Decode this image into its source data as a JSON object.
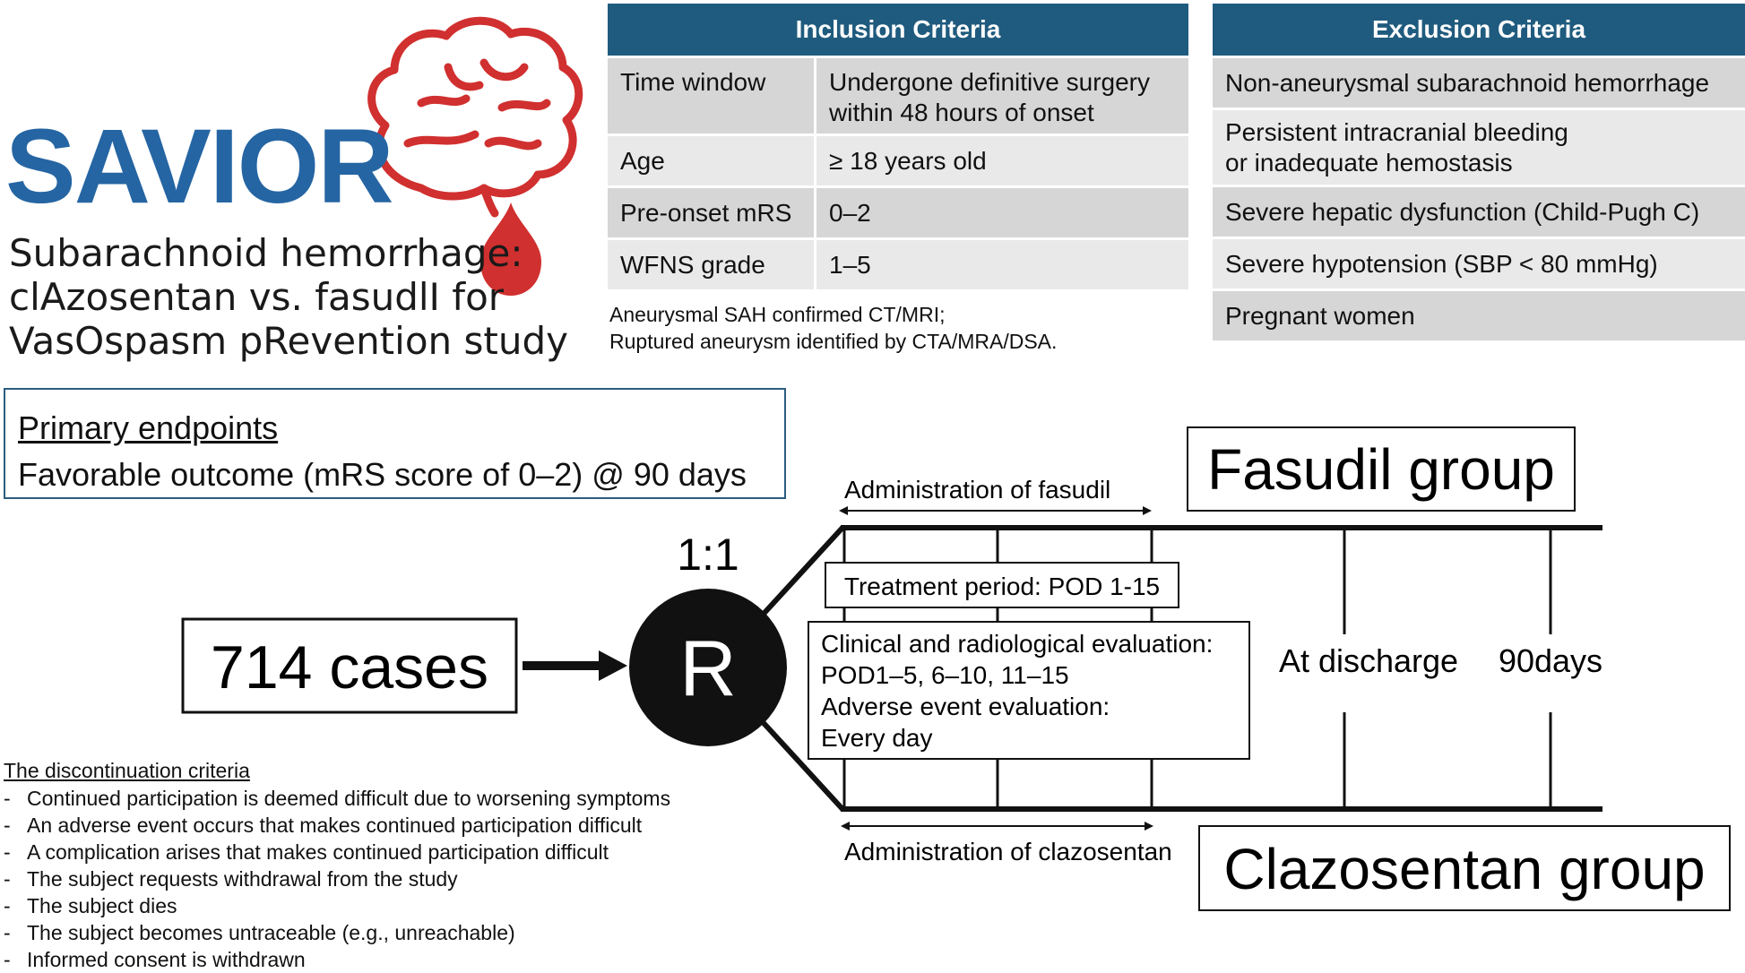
{
  "logo": {
    "wordmark": "SAVIOR",
    "subtitle_lines": [
      "Subarachnoid hemorrhage:",
      "clAzosentan vs. fasudlI for",
      "VasOspasm pRevention study"
    ],
    "brand_blue": "#2565a3",
    "brand_red": "#d0302f",
    "icon": "brain-icon"
  },
  "inclusion": {
    "header": "Inclusion Criteria",
    "rows": [
      {
        "label": "Time window",
        "value_lines": [
          "Undergone definitive surgery",
          "within 48 hours of onset"
        ]
      },
      {
        "label": "Age",
        "value_lines": [
          "≥ 18 years old"
        ]
      },
      {
        "label": "Pre-onset mRS",
        "value_lines": [
          "0–2"
        ]
      },
      {
        "label": "WFNS grade",
        "value_lines": [
          "1–5"
        ]
      }
    ],
    "note_lines": [
      "Aneurysmal SAH confirmed CT/MRI;",
      "Ruptured aneurysm identified by CTA/MRA/DSA."
    ]
  },
  "exclusion": {
    "header": "Exclusion Criteria",
    "rows": [
      {
        "lines": [
          "Non-aneurysmal subarachnoid hemorrhage"
        ]
      },
      {
        "lines": [
          "Persistent intracranial bleeding",
          "or inadequate hemostasis"
        ]
      },
      {
        "lines": [
          "Severe hepatic dysfunction (Child-Pugh C)"
        ]
      },
      {
        "lines": [
          "Severe hypotension (SBP < 80 mmHg)"
        ]
      },
      {
        "lines": [
          "Pregnant women"
        ]
      }
    ]
  },
  "primary_endpoints": {
    "title": "Primary endpoints",
    "text": "Favorable outcome (mRS score of 0–2) @ 90 days"
  },
  "flow": {
    "cases": "714 cases",
    "ratio": "1:1",
    "randomize": "R",
    "fasudil_group": "Fasudil group",
    "clazosentan_group": "Clazosentan group",
    "admin_fasudil": "Administration of fasudil",
    "admin_clazosentan": "Administration of clazosentan",
    "treatment_period": "Treatment period: POD 1-15",
    "evaluation_lines": [
      "Clinical and radiological evaluation:",
      "POD1–5, 6–10, 11–15",
      "Adverse event evaluation:",
      "Every day"
    ],
    "at_discharge": "At discharge",
    "days90": "90days"
  },
  "discontinuation": {
    "title": "The discontinuation criteria",
    "bullet": "-",
    "items": [
      "Continued participation is deemed difficult due to worsening symptoms",
      "An adverse event occurs that makes continued participation difficult",
      "A complication arises that makes continued participation difficult",
      "The subject requests withdrawal from the study",
      "The subject dies",
      "The subject becomes untraceable (e.g., unreachable)",
      "Informed consent is withdrawn"
    ]
  }
}
